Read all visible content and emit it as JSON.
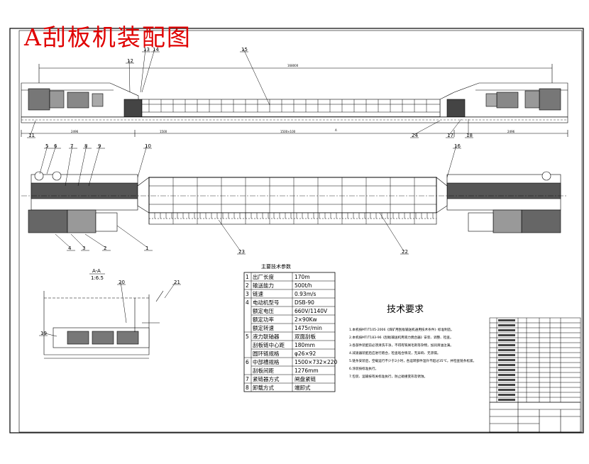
{
  "drawing_title": "A刮板机装配图",
  "part_labels": [
    {
      "id": "p1",
      "text": "1"
    },
    {
      "id": "p2",
      "text": "2"
    },
    {
      "id": "p3",
      "text": "3"
    },
    {
      "id": "p4",
      "text": "4"
    },
    {
      "id": "p5",
      "text": "5"
    },
    {
      "id": "p6",
      "text": "6"
    },
    {
      "id": "p7",
      "text": "7"
    },
    {
      "id": "p8",
      "text": "8"
    },
    {
      "id": "p9",
      "text": "9"
    },
    {
      "id": "p10",
      "text": "10"
    },
    {
      "id": "p11",
      "text": "11"
    },
    {
      "id": "p12",
      "text": "12"
    },
    {
      "id": "p13",
      "text": "13"
    },
    {
      "id": "p14",
      "text": "14"
    },
    {
      "id": "p15",
      "text": "15"
    },
    {
      "id": "p16",
      "text": "16"
    },
    {
      "id": "p17",
      "text": "17"
    },
    {
      "id": "p18",
      "text": "18"
    },
    {
      "id": "p19",
      "text": "19"
    },
    {
      "id": "p20",
      "text": "20"
    },
    {
      "id": "p21",
      "text": "21"
    },
    {
      "id": "p22",
      "text": "22"
    },
    {
      "id": "p23",
      "text": "23"
    },
    {
      "id": "p24",
      "text": "24"
    }
  ],
  "section_view": {
    "label": "A-A",
    "scale": "1:6.5"
  },
  "spec_table": {
    "title": "主要技术参数",
    "rows": [
      {
        "no": "1",
        "name": "出厂长度",
        "value": "170m"
      },
      {
        "no": "2",
        "name": "输送能力",
        "value": "500t/h"
      },
      {
        "no": "3",
        "name": "链速",
        "value": "0.93m/s"
      },
      {
        "no": "4",
        "name": "电动机型号",
        "value": "DSB-90"
      },
      {
        "no": "",
        "name": "额定电压",
        "value": "660V/1140V"
      },
      {
        "no": "",
        "name": "额定功率",
        "value": "2×90Kw"
      },
      {
        "no": "",
        "name": "额定转速",
        "value": "1475r/min"
      },
      {
        "no": "5",
        "name": "液力联轴器",
        "value": "双面刮板"
      },
      {
        "no": "",
        "name": "刮板链中心距",
        "value": "180mm"
      },
      {
        "no": "",
        "name": "圆环链规格",
        "value": "φ26×92"
      },
      {
        "no": "6",
        "name": "中部槽规格",
        "value": "1500×732×220"
      },
      {
        "no": "",
        "name": "刮板间距",
        "value": "1276mm"
      },
      {
        "no": "7",
        "name": "紧链器方式",
        "value": "闸盘紧链"
      },
      {
        "no": "8",
        "name": "卸载方式",
        "value": "端卸式"
      }
    ]
  },
  "tech_requirements": {
    "title": "技术要求",
    "lines": [
      "1.本机按MT/T105-2006《煤矿用刮板输送机通用技术条件》标准制造。",
      "2.本机按MT/T183-96《刮板输送机用液力偶合器》安装、调整、检查。",
      "3.各部件装配前必须清洗干净，不得有铁屑毛刺等杂物，加润滑油注满。",
      "4.减速器装配后应进行跑合，检查啮合情况，无异响、无渗漏。",
      "5.链条安装后，空载运行不少于2小时，各运转部件温升不超过35℃，并检查链条松紧。",
      "6.涂装按标准执行。",
      "7.包装、运输按有关标准执行，防止碰撞变形及锈蚀。"
    ]
  },
  "dimensions": {
    "overall": "168000",
    "left_head": "2496",
    "right_head": "2496",
    "left_mid": "1500",
    "mid_span": "1500×100",
    "gap": "A"
  }
}
